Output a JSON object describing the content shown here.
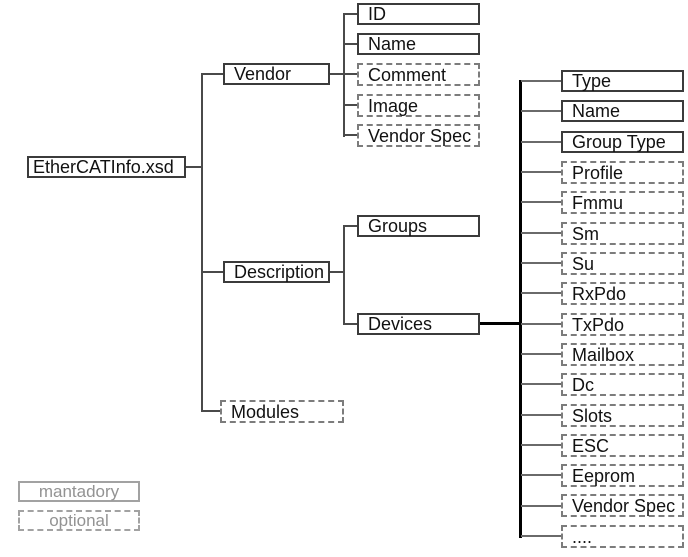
{
  "tree": {
    "root_label": "EtherCATInfo.xsd",
    "level1": [
      {
        "label": "Vendor",
        "style": "mandatory"
      },
      {
        "label": "Description",
        "style": "mandatory"
      },
      {
        "label": "Modules",
        "style": "optional"
      }
    ],
    "vendor_children": [
      {
        "label": "ID",
        "style": "mandatory"
      },
      {
        "label": "Name",
        "style": "mandatory"
      },
      {
        "label": "Comment",
        "style": "optional"
      },
      {
        "label": "Image",
        "style": "optional"
      },
      {
        "label": "Vendor Spec",
        "style": "optional"
      }
    ],
    "description_children": [
      {
        "label": "Groups",
        "style": "mandatory"
      },
      {
        "label": "Devices",
        "style": "mandatory"
      }
    ],
    "devices_children": [
      {
        "label": "Type",
        "style": "mandatory"
      },
      {
        "label": "Name",
        "style": "mandatory"
      },
      {
        "label": "Group Type",
        "style": "mandatory"
      },
      {
        "label": "Profile",
        "style": "optional"
      },
      {
        "label": "Fmmu",
        "style": "optional"
      },
      {
        "label": "Sm",
        "style": "optional"
      },
      {
        "label": "Su",
        "style": "optional"
      },
      {
        "label": "RxPdo",
        "style": "optional"
      },
      {
        "label": "TxPdo",
        "style": "optional"
      },
      {
        "label": "Mailbox",
        "style": "optional"
      },
      {
        "label": "Dc",
        "style": "optional"
      },
      {
        "label": "Slots",
        "style": "optional"
      },
      {
        "label": "ESC",
        "style": "optional"
      },
      {
        "label": "Eeprom",
        "style": "optional"
      },
      {
        "label": "Vendor Spec",
        "style": "optional"
      },
      {
        "label": "....",
        "style": "optional"
      }
    ]
  },
  "legend": {
    "items": [
      {
        "label": "mantadory",
        "style": "mandatory"
      },
      {
        "label": "optional",
        "style": "optional"
      }
    ]
  },
  "colors": {
    "background": "#ffffff",
    "mandatory_border": "#3b3b3b",
    "optional_border": "#7c7c7c",
    "text": "#111111",
    "connector": "#4a4a4a",
    "emphasis_connector": "#000000",
    "legend_gray": "#9a9a9a"
  }
}
